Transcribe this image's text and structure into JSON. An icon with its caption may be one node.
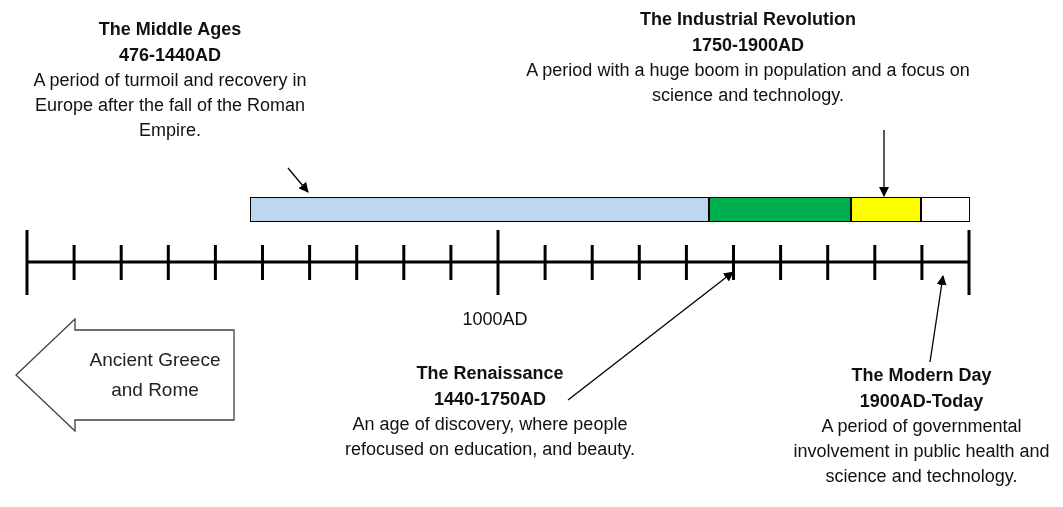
{
  "diagram": {
    "nodes": [
      {
        "text": [
          "The Middle Ages",
          "476-1440AD",
          "A period of turmoil and recovery in Europe after the fall of the Roman Empire."
        ]
      },
      {
        "text": [
          "The Industrial Revolution",
          "1750-1900AD",
          "A period with a huge boom in population and a focus on science and technology."
        ]
      },
      {
        "text": [
          "The Renaissance",
          "1440-1750AD",
          "An age of discovery, where people refocused on education, and beauty."
        ]
      },
      {
        "text": [
          "The Modern Day",
          "1900AD-Today",
          "A period of governmental involvement in public health and science and technology."
        ]
      },
      {
        "text": [
          "Ancient Greece and Rome"
        ]
      },
      {
        "text": [],
        "shape": "bar"
      },
      {
        "text": [],
        "shape": "bar"
      },
      {
        "text": [],
        "shape": "bar"
      },
      {
        "text": [],
        "shape": "bar"
      }
    ],
    "edges": [
      {
        "from": 0,
        "to": 5,
        "arrow": "to"
      },
      {
        "from": 1,
        "to": 7,
        "arrow": "to"
      },
      {
        "from": 2,
        "to": null,
        "arrow": "to"
      },
      {
        "from": 3,
        "to": null,
        "arrow": "to"
      }
    ],
    "labels": [
      "1000AD"
    ]
  }
}
